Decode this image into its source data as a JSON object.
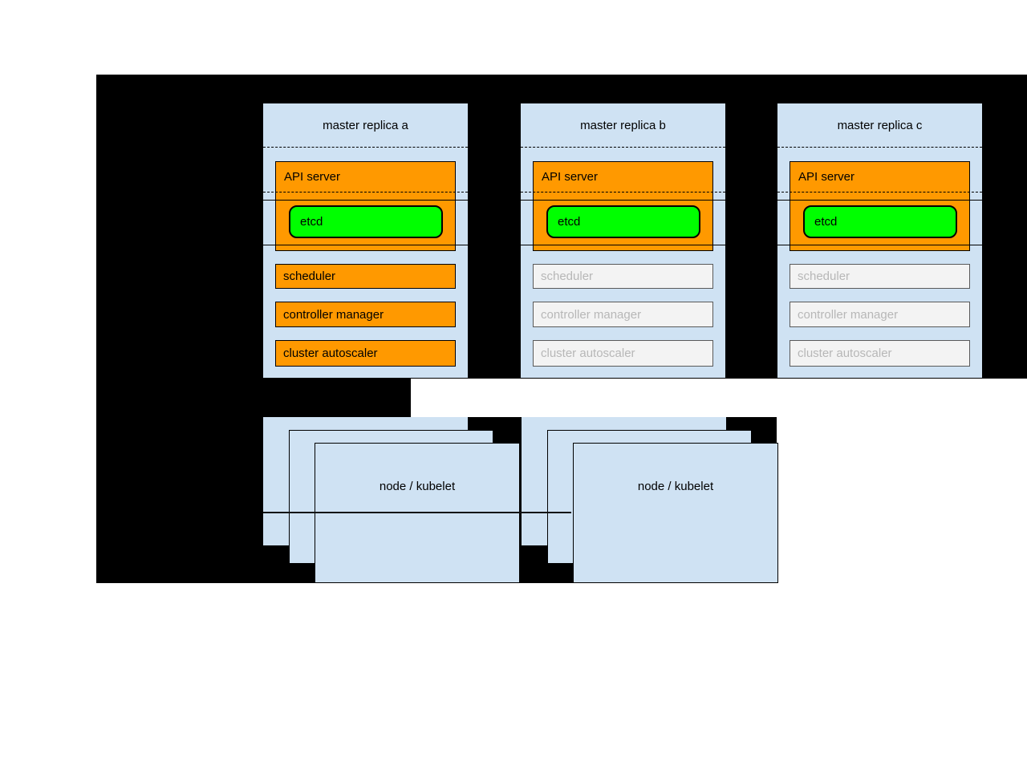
{
  "diagram": {
    "masters": [
      {
        "title": "master replica a",
        "state": "active",
        "api_server": "API server",
        "etcd": "etcd",
        "scheduler": "scheduler",
        "controller_manager": "controller manager",
        "cluster_autoscaler": "cluster autoscaler"
      },
      {
        "title": "master replica b",
        "state": "standby",
        "api_server": "API server",
        "etcd": "etcd",
        "scheduler": "scheduler",
        "controller_manager": "controller manager",
        "cluster_autoscaler": "cluster autoscaler"
      },
      {
        "title": "master replica c",
        "state": "standby",
        "api_server": "API server",
        "etcd": "etcd",
        "scheduler": "scheduler",
        "controller_manager": "controller manager",
        "cluster_autoscaler": "cluster autoscaler"
      }
    ],
    "nodes": [
      {
        "label": "node / kubelet"
      },
      {
        "label": "node / kubelet"
      }
    ],
    "colors": {
      "backdrop": "#000000",
      "container_blue": "#cfe2f3",
      "active_orange": "#ff9900",
      "etcd_green": "#00ff00",
      "standby_fill": "#f3f3f3",
      "standby_border": "#595959",
      "standby_text": "#b7b7b7"
    }
  }
}
